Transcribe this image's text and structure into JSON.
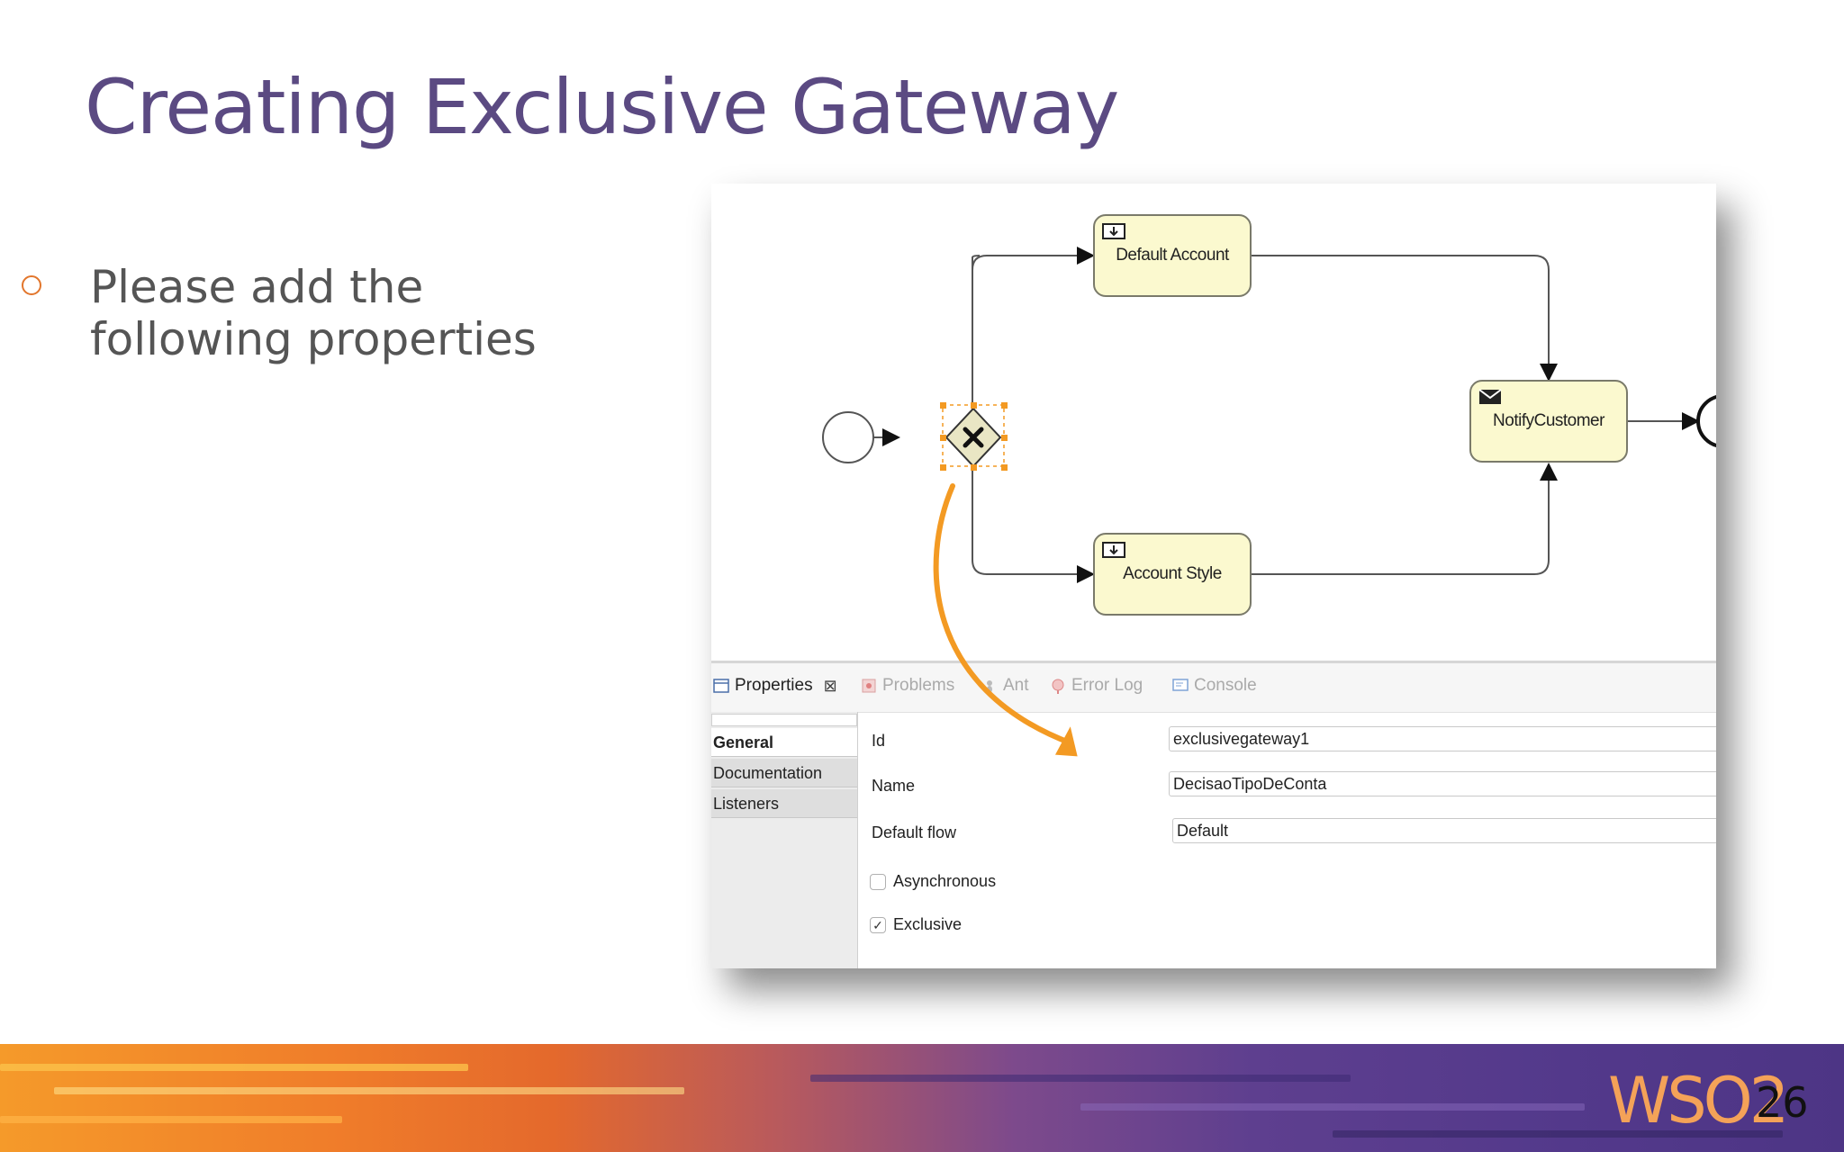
{
  "slide": {
    "title": "Creating Exclusive Gateway",
    "bullet_line1": "Please add the",
    "bullet_line2": "following properties",
    "page_number": "26",
    "logo_text": "WSO2"
  },
  "diagram": {
    "tasks": {
      "default_account": "Default Account",
      "notify_customer": "NotifyCustomer",
      "account_style": "Account Style"
    }
  },
  "properties_panel": {
    "tabs": {
      "properties": "Properties",
      "problems": "Problems",
      "ant": "Ant",
      "error_log": "Error Log",
      "console": "Console"
    },
    "sidebar": {
      "general": "General",
      "documentation": "Documentation",
      "listeners": "Listeners"
    },
    "fields": {
      "id_label": "Id",
      "id_value": "exclusivegateway1",
      "name_label": "Name",
      "name_value": "DecisaoTipoDeConta",
      "default_flow_label": "Default flow",
      "default_flow_value": "Default"
    },
    "checkboxes": {
      "asynchronous_label": "Asynchronous",
      "asynchronous_checked": false,
      "exclusive_label": "Exclusive",
      "exclusive_checked": true
    }
  },
  "colors": {
    "title": "#5b4a82",
    "bullet_marker": "#e2762c",
    "annotation_arrow": "#f39a23",
    "task_fill": "#fbf9cf"
  }
}
